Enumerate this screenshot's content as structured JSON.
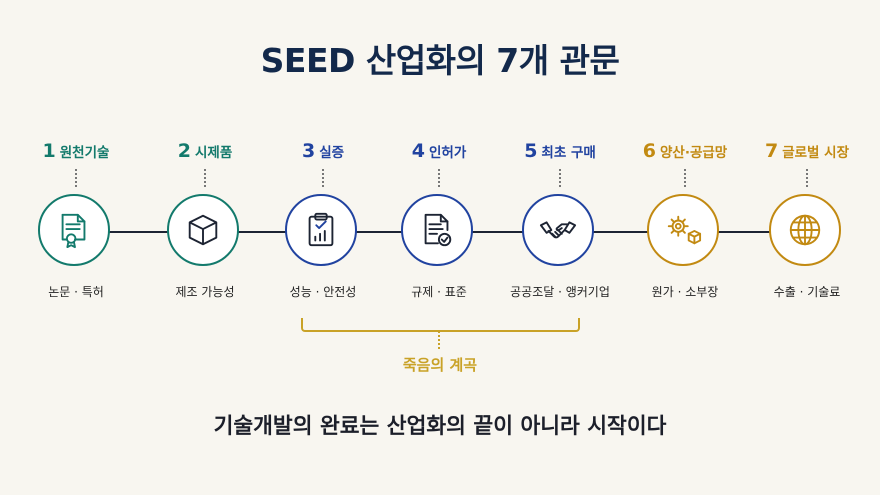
{
  "title": "SEED 산업화의 7개 관문",
  "stages": [
    {
      "num": "1",
      "label": "원천기술",
      "sub": "논문 · 특허",
      "icon": "certificate-icon"
    },
    {
      "num": "2",
      "label": "시제품",
      "sub": "제조 가능성",
      "icon": "cube-icon"
    },
    {
      "num": "3",
      "label": "실증",
      "sub": "성능 · 안전성",
      "icon": "clipboard-chart-icon"
    },
    {
      "num": "4",
      "label": "인허가",
      "sub": "규제 · 표준",
      "icon": "document-check-icon"
    },
    {
      "num": "5",
      "label": "최초 구매",
      "sub": "공공조달 · 앵커기업",
      "icon": "handshake-icon"
    },
    {
      "num": "6",
      "label": "양산·공급망",
      "sub": "원가 · 소부장",
      "icon": "gears-box-icon"
    },
    {
      "num": "7",
      "label": "글로벌 시장",
      "sub": "수출 · 기술료",
      "icon": "globe-icon"
    }
  ],
  "bracket_label": "죽음의 계곡",
  "footer": "기술개발의 완료는 산업화의 끝이 아니라 시작이다",
  "colors": {
    "teal": "#137a6c",
    "blue": "#2143a0",
    "gold": "#c28a12",
    "navy": "#13294b",
    "bracket": "#c9a227"
  }
}
